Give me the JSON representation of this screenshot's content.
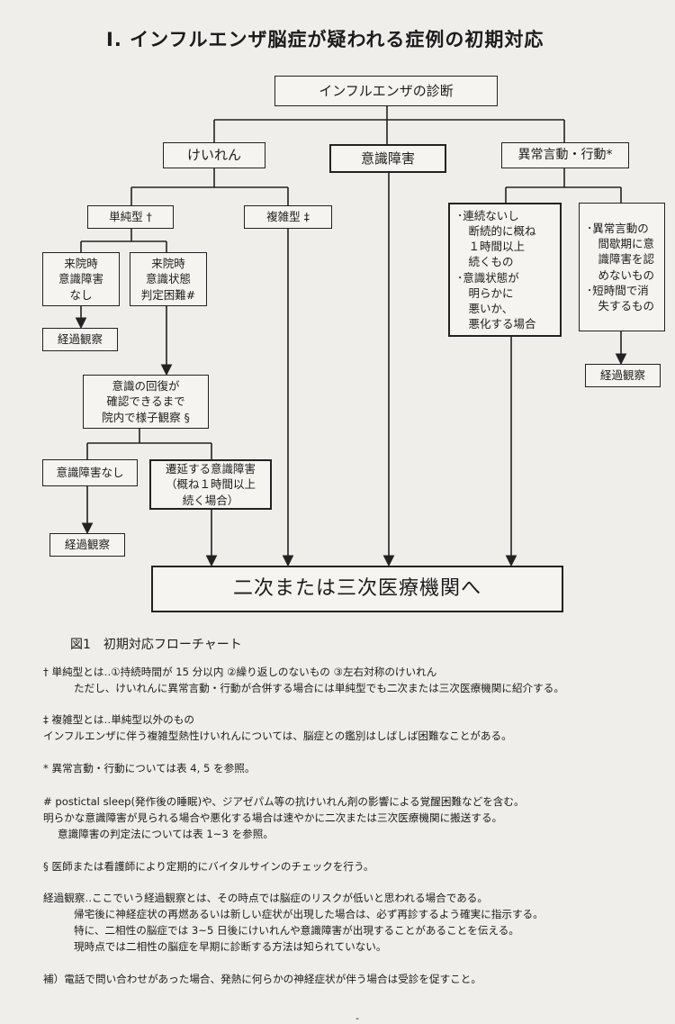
{
  "title": "I. インフルエンザ脳症が疑われる症例の初期対応",
  "flow": {
    "root": "インフルエンザの診断",
    "seizure": "けいれん",
    "consciousness": "意識障害",
    "abnormal": "異常言動・行動*",
    "simple": "単純型 †",
    "complex": "複雑型 ‡",
    "no_disturbance": "来院時\n意識障害\nなし",
    "hard_to_judge": "来院時\n意識状態\n判定困難#",
    "observe_1": "経過観察",
    "watch_in_hospital": "意識の回復が\n確認できるまで\n院内で様子観察 §",
    "no_disturbance_2": "意識障害なし",
    "prolonged": "遷延する意識障害\n（概ね１時間以上\n続く場合）",
    "observe_2": "経過観察",
    "continuous": "･連続ないし\n　断続的に概ね\n　１時間以上\n　続くもの\n･意識状態が\n　明らかに\n　悪いか、\n　悪化する場合",
    "transient": "･異常言動の\n　間歇期に意\n　識障害を認\n　めないもの\n･短時間で消\n　失するもの",
    "observe_3": "経過観察",
    "referral": "二次または三次医療機関へ"
  },
  "figure_caption": "図1　初期対応フローチャート",
  "notes": {
    "n1_a": "†  単純型とは‥①持続時間が 15 分以内  ②繰り返しのないもの  ③左右対称のけいれん",
    "n1_b": "ただし、けいれんに異常言動・行動が合併する場合には単純型でも二次または三次医療機関に紹介する。",
    "n2_a": "‡  複雑型とは‥単純型以外のもの",
    "n2_b": "インフルエンザに伴う複雑型熱性けいれんについては、脳症との鑑別はしばしば困難なことがある。",
    "n3": "*  異常言動・行動については表 4, 5 を参照。",
    "n4_a": "#    postictal sleep(発作後の睡眠)や、ジアゼパム等の抗けいれん剤の影響による覚醒困難などを含む。",
    "n4_b": "明らかな意識障害が見られる場合や悪化する場合は速やかに二次または三次医療機関に搬送する。",
    "n4_c": "意識障害の判定法については表 1~3 を参照。",
    "n5": "§  医師または看護師により定期的にバイタルサインのチェックを行う。",
    "n6_a": "経過観察‥ここでいう経過観察とは、その時点では脳症のリスクが低いと思われる場合である。",
    "n6_b": "帰宅後に神経症状の再燃あるいは新しい症状が出現した場合は、必ず再診するよう確実に指示する。",
    "n6_c": "特に、二相性の脳症では 3~5 日後にけいれんや意識障害が出現することがあることを伝える。",
    "n6_d": "現時点では二相性の脳症を早期に診断する方法は知られていない。",
    "n7": "補）電話で問い合わせがあった場合、発熱に何らかの神経症状が伴う場合は受診を促すこと。"
  },
  "page_number": "-"
}
